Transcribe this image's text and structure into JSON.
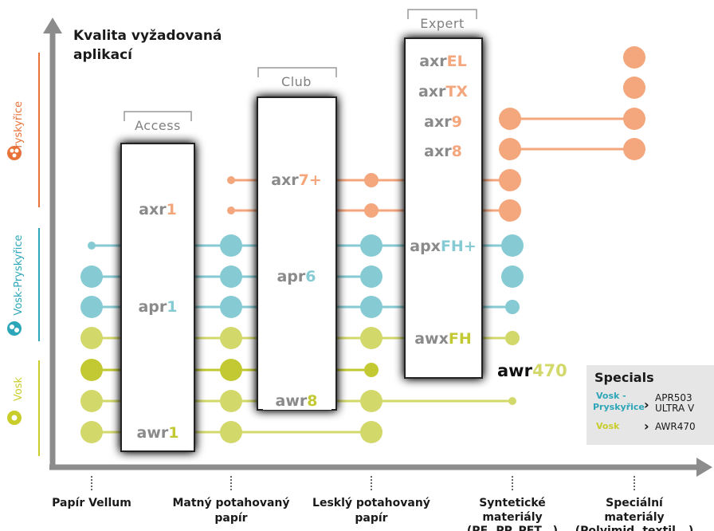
{
  "title_line1": "Kvalita vyžadovaná",
  "title_line2": "aplikací",
  "categories": [
    {
      "line1": "Papír Vellum",
      "line2": "",
      "line3": ""
    },
    {
      "line1": "Matný potahovaný",
      "line2": "papír",
      "line3": ""
    },
    {
      "line1": "Lesklý potahovaný",
      "line2": "papír",
      "line3": ""
    },
    {
      "line1": "Syntetické",
      "line2": "materiály",
      "line3": "(PE, PP, PET...)"
    },
    {
      "line1": "Speciální",
      "line2": "materiály",
      "line3": "(Polyimid, textil...)"
    }
  ],
  "tiers": {
    "access": "Access",
    "club": "Club",
    "expert": "Expert"
  },
  "side_labels": {
    "resin": "Pryskyřice",
    "wax_resin": "Vosk-Pryskyřice",
    "wax": "Vosk"
  },
  "products": {
    "axr1": {
      "pre": "axr",
      "suf": "1"
    },
    "apr1": {
      "pre": "apr",
      "suf": "1"
    },
    "awr1": {
      "pre": "awr",
      "suf": "1"
    },
    "axr7": {
      "pre": "axr",
      "suf": "7+"
    },
    "apr6": {
      "pre": "apr",
      "suf": "6"
    },
    "awr8": {
      "pre": "awr",
      "suf": "8"
    },
    "axrel": {
      "pre": "axr",
      "suf": "EL"
    },
    "axrtx": {
      "pre": "axr",
      "suf": "TX"
    },
    "axr9": {
      "pre": "axr",
      "suf": "9"
    },
    "axr8": {
      "pre": "axr",
      "suf": "8"
    },
    "apxfh": {
      "pre": "apx",
      "suf": "FH+"
    },
    "awxfh": {
      "pre": "awx",
      "suf": "FH"
    },
    "awr470": {
      "pre": "awr",
      "suf": "470"
    }
  },
  "specials": {
    "title": "Specials",
    "row1_key_a": "Vosk -",
    "row1_key_b": "Pryskyřice",
    "row1_val_a": "APR503",
    "row1_val_b": "ULTRA V",
    "row2_key": "Vosk",
    "row2_val": "AWR470"
  },
  "colors": {
    "resin": "#f4a67d",
    "wax_resin": "#86cbd4",
    "wax": "#d3d86a",
    "wax_dark": "#c3c932",
    "resin_side": "#e8733a",
    "wax_resin_side": "#2ca6b8",
    "wax_side": "#c9cd2a"
  }
}
